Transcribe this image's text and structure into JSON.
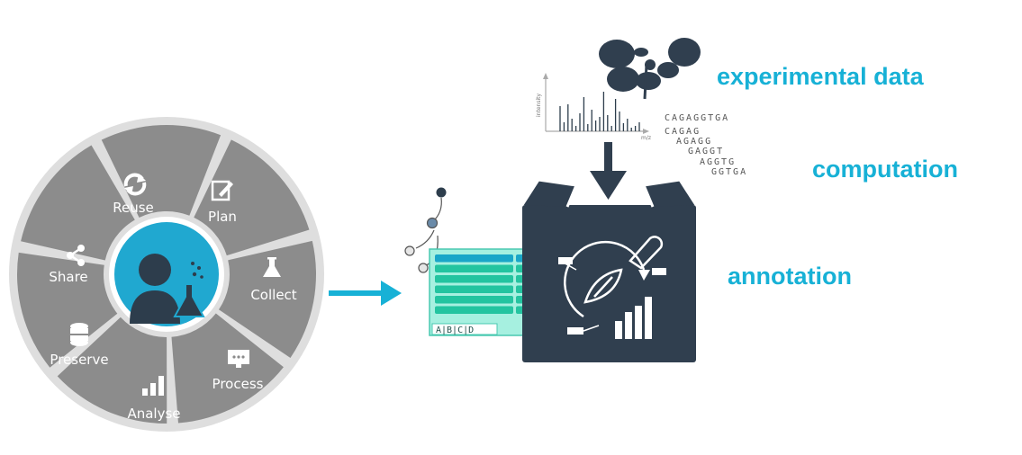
{
  "lifecycle": {
    "stages": [
      "Reuse",
      "Plan",
      "Collect",
      "Process",
      "Analyse",
      "Preserve",
      "Share"
    ]
  },
  "spectrum": {
    "x_label": "m/z",
    "y_label": "intensity"
  },
  "sequences": [
    "CAGAGGTGA",
    "CAGAG",
    "AGAGG",
    "GAGGT",
    "AGGTG",
    "GGTGA"
  ],
  "table_columns": [
    "A",
    "B",
    "C",
    "D"
  ],
  "labels": {
    "experimental": "experimental data",
    "computation": "computation",
    "annotation": "annotation"
  },
  "colors": {
    "cycle_segment": "#8c8c8c",
    "cycle_bg": "#dedede",
    "hub_blue": "#20a8d0",
    "dark_slate": "#303f4f",
    "accent": "#17b1d6",
    "table_fill": "#a6f0e0",
    "table_row": "#23c4a0"
  }
}
